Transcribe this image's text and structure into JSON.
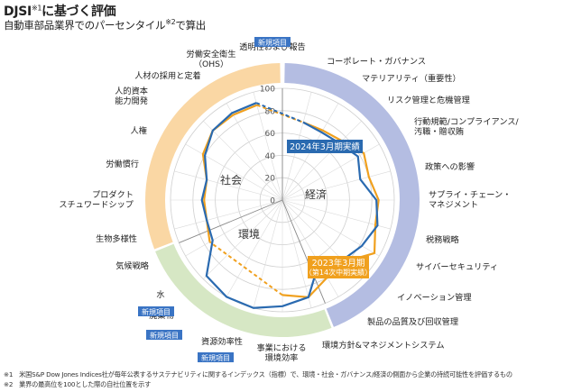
{
  "title": {
    "main": "DJSI",
    "sup": "※1",
    "rest": "に基づく評価"
  },
  "subtitle": {
    "main": "自動車部品業界でのパーセンタイル",
    "sup": "※2",
    "rest": "で算出"
  },
  "colors": {
    "accent_blue": "#2a6ab0",
    "accent_orange": "#f0a01e",
    "economy_band": "#b4bde2",
    "environment_band": "#d6e7c4",
    "social_band": "#fad7a4",
    "tag_blue": "#3a74c4"
  },
  "chart_data": {
    "type": "radar",
    "rlim": [
      0,
      100
    ],
    "ticks": [
      0,
      20,
      40,
      60,
      80,
      100
    ],
    "sectors": [
      "経済",
      "環境",
      "社会"
    ],
    "categories": [
      "透明性および報告",
      "コーポレート・ガバナンス",
      "マテリアリティ（重要性）",
      "リスク管理と危機管理",
      "行動規範/コンプライアンス/\n汚職・贈収賄",
      "政策への影響",
      "サプライ・チェーン・\nマネジメント",
      "税務戦略",
      "サイバーセキュリティ",
      "イノベーション管理",
      "製品の品質及び回収管理",
      "環境方針&マネジメントシステム",
      "事業における\n環境効率",
      "資源効率性",
      "廃棄物",
      "水",
      "気候戦略",
      "生物多様性",
      "プロダクト\nスチュワードシップ",
      "労働慣行",
      "人権",
      "人的資本\n能力開発",
      "人材の採用と定着",
      "労働安全衛生\n（OHS）"
    ],
    "new_items": [
      "透明性および報告",
      "水",
      "廃棄物",
      "資源効率性"
    ],
    "new_tag": "新規項目",
    "series": [
      {
        "name": "2024年3月期実績",
        "values": [
          null,
          72,
          70,
          72,
          78,
          72,
          84,
          88,
          82,
          76,
          65,
          90,
          95,
          100,
          100,
          96,
          72,
          70,
          72,
          70,
          80,
          88,
          90,
          90
        ]
      },
      {
        "name": "2023年3月期\n（第14次中期実績）",
        "values": [
          null,
          72,
          72,
          75,
          84,
          80,
          86,
          86,
          95,
          78,
          80,
          90,
          85,
          null,
          null,
          null,
          75,
          70,
          70,
          70,
          82,
          88,
          88,
          88
        ]
      }
    ]
  },
  "footnotes": [
    "※1　米国S&P Dow Jones Indices社が毎年公表するサステナビリティに関するインデックス（指標）で、環境・社会・ガバナンス/経済の側面から企業の持続可能性を評価するもの",
    "※2　業界の最高位を100とした際の自社位置を示す"
  ]
}
